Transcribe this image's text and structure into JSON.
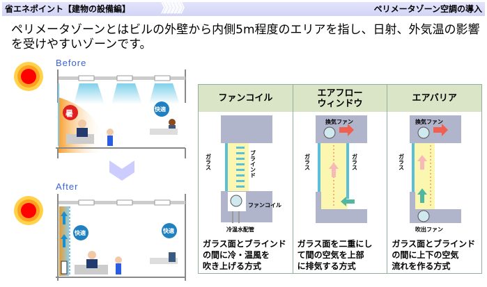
{
  "header": {
    "left": "省エネポイント【建物の設備編】",
    "right": "ペリメータゾーン空調の導入",
    "chevrons": "》》》》》》"
  },
  "lead": "ペリメータゾーンとはビルの外壁から内側5m程度のエリアを指し、日射、外気温の影響を受けやすいゾーンです。",
  "scenes": {
    "before": {
      "label": "Before",
      "hot_bubble": "暑",
      "comfort_bubble": "快適"
    },
    "after": {
      "label": "After",
      "comfort_bubble_1": "快適",
      "comfort_bubble_2": "快適"
    }
  },
  "methods": [
    {
      "title": "ファンコイル",
      "desc": "ガラス面とブラインド\nの間に冷・温風を\n吹き上げる方式",
      "labels": {
        "glass": "ガラス",
        "blind": "ブラインド",
        "fancoil": "ファンコイル",
        "pipe": "冷温水配管"
      }
    },
    {
      "title": "エアフロー\nウィンドウ",
      "desc": "ガラス面を二重にし\nて間の空気を上部\nに排気する方式",
      "labels": {
        "glass1": "ガラス",
        "glass2": "ガラス",
        "fan": "換気ファン"
      }
    },
    {
      "title": "エアバリア",
      "desc": "ガラス面とブラインド\nの間に上下の空気\n流れを作る方式",
      "labels": {
        "glass": "ガラス",
        "fan": "換気ファン",
        "blow": "吹出ファン"
      }
    }
  ],
  "colors": {
    "header_bg": "#d2d4f6",
    "table_head": "#d9e5c6",
    "glass": "#5bbfd8",
    "wall": "#b0b5cc",
    "sun": "#ff0000"
  }
}
